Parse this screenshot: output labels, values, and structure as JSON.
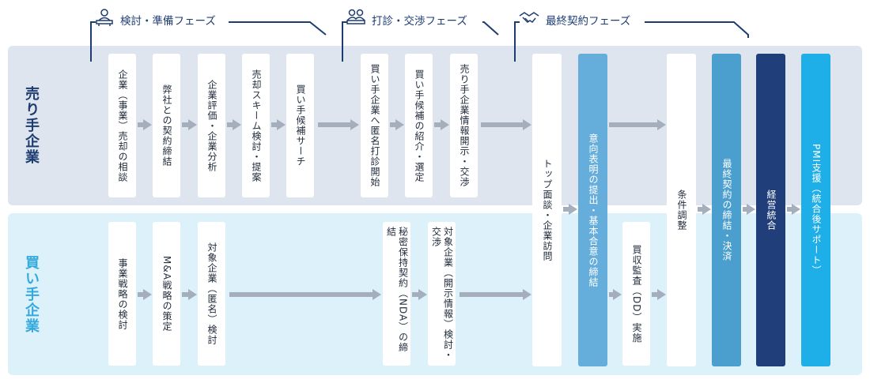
{
  "phases": [
    {
      "label": "検討・準備フェーズ",
      "icon": "meeting-icon"
    },
    {
      "label": "打診・交渉フェーズ",
      "icon": "discussion-icon"
    },
    {
      "label": "最終契約フェーズ",
      "icon": "handshake-icon"
    }
  ],
  "rows": {
    "seller": "売り手企業",
    "buyer": "買い手企業"
  },
  "seller_steps": [
    "企業（事業）売却の相談",
    "弊社との契約締結",
    "企業評価・企業分析",
    "売却スキーム検討・提案",
    "買い手候補サーチ",
    "買い手企業へ匿名打診開始",
    "買い手候補の紹介・選定",
    "売り手企業情報開示・交渉"
  ],
  "buyer_steps": [
    "事業戦略の検討",
    "M&A戦略の策定",
    "対象企業（匿名）検討",
    "秘密保持契約（NDA）の締結",
    "対象企業（開示情報）検討・交渉",
    "買収監査（DD）実施"
  ],
  "joint_steps": [
    "トップ面談・企業訪問",
    "意向表明の提出・基本合意の締結",
    "条件調整",
    "最終契約の締結・決済",
    "経営統合",
    "PMI支援（統合後サポート）"
  ],
  "colors": {
    "seller_band": "#dfe5ee",
    "buyer_band": "#ddf1fa",
    "seller_label": "#1d3c70",
    "buyer_label": "#33a9de",
    "arrow": "#a4aebc",
    "card_mid": "#4b9fce",
    "card_light": "#65aedb",
    "card_dark": "#1f3e7a",
    "card_cyan": "#1eaee8"
  }
}
